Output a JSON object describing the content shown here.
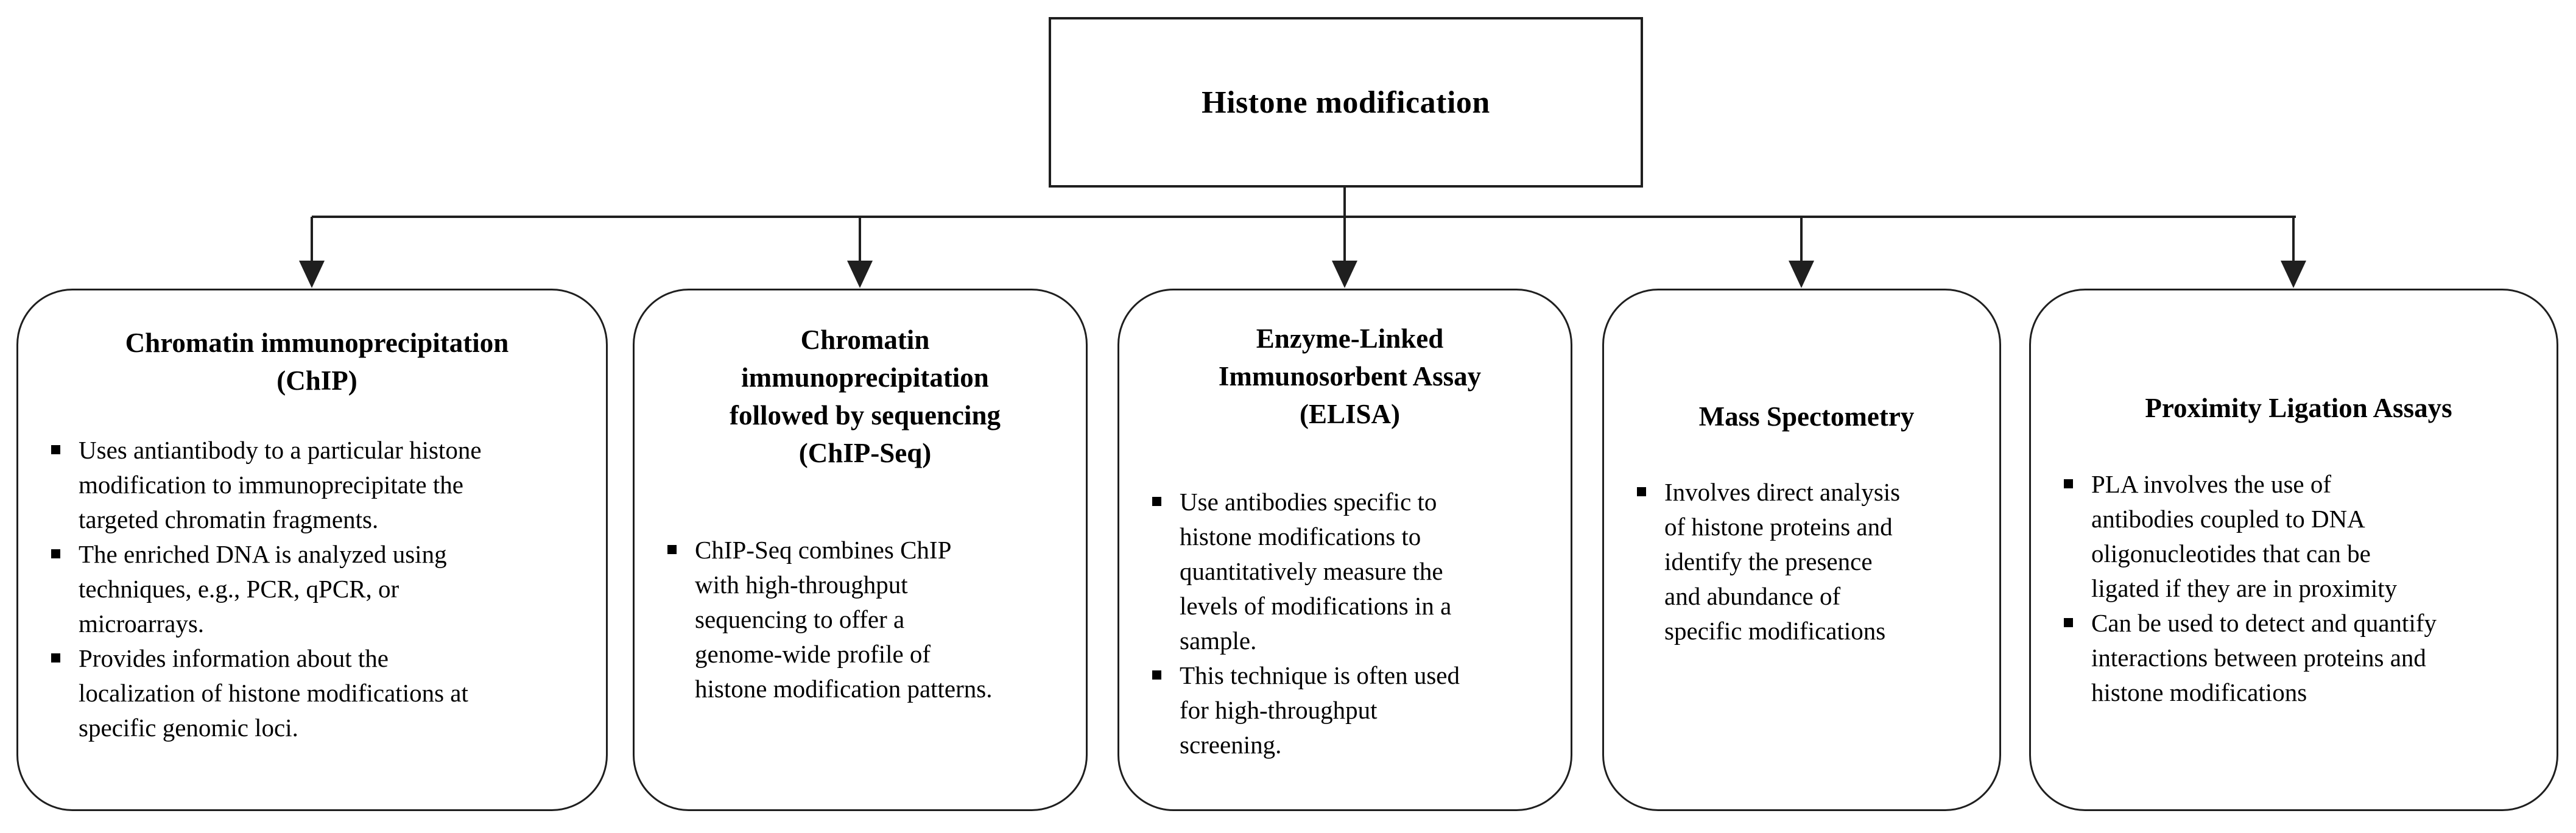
{
  "root": {
    "title": "Histone modification"
  },
  "boxes": [
    {
      "title": "Chromatin immunoprecipitation\n(ChIP)",
      "bullets": [
        "Uses antiantibody to a particular histone\nmodification to immunoprecipitate the\ntargeted chromatin fragments.",
        "The enriched DNA is analyzed using\ntechniques, e.g., PCR, qPCR, or\nmicroarrays.",
        "Provides information about the\nlocalization of histone modifications at\nspecific genomic loci."
      ]
    },
    {
      "title": "Chromatin\nimmunoprecipitation\nfollowed by sequencing\n(ChIP-Seq)",
      "bullets": [
        "ChIP-Seq combines ChIP\nwith high-throughput\nsequencing to offer a\ngenome-wide profile of\nhistone modification patterns."
      ]
    },
    {
      "title": "Enzyme-Linked\nImmunosorbent Assay\n(ELISA)",
      "bullets": [
        "Use antibodies specific to\nhistone modifications to\nquantitatively measure the\nlevels of modifications in a\nsample.",
        "This technique is often used\nfor high-throughput\nscreening."
      ]
    },
    {
      "title": "Mass Spectometry",
      "bullets": [
        "Involves direct analysis\nof histone proteins and\nidentify the presence\nand abundance of\nspecific modifications"
      ]
    },
    {
      "title": "Proximity Ligation Assays",
      "bullets": [
        "PLA involves the use of\nantibodies coupled to DNA\noligonucleotides that can be\nligated if they are in proximity",
        "Can be used to detect and quantify\ninteractions between proteins and\nhistone modifications"
      ]
    }
  ],
  "colors": {
    "background": "#ffffff",
    "line": "#1f1f1f",
    "text": "#000000"
  }
}
